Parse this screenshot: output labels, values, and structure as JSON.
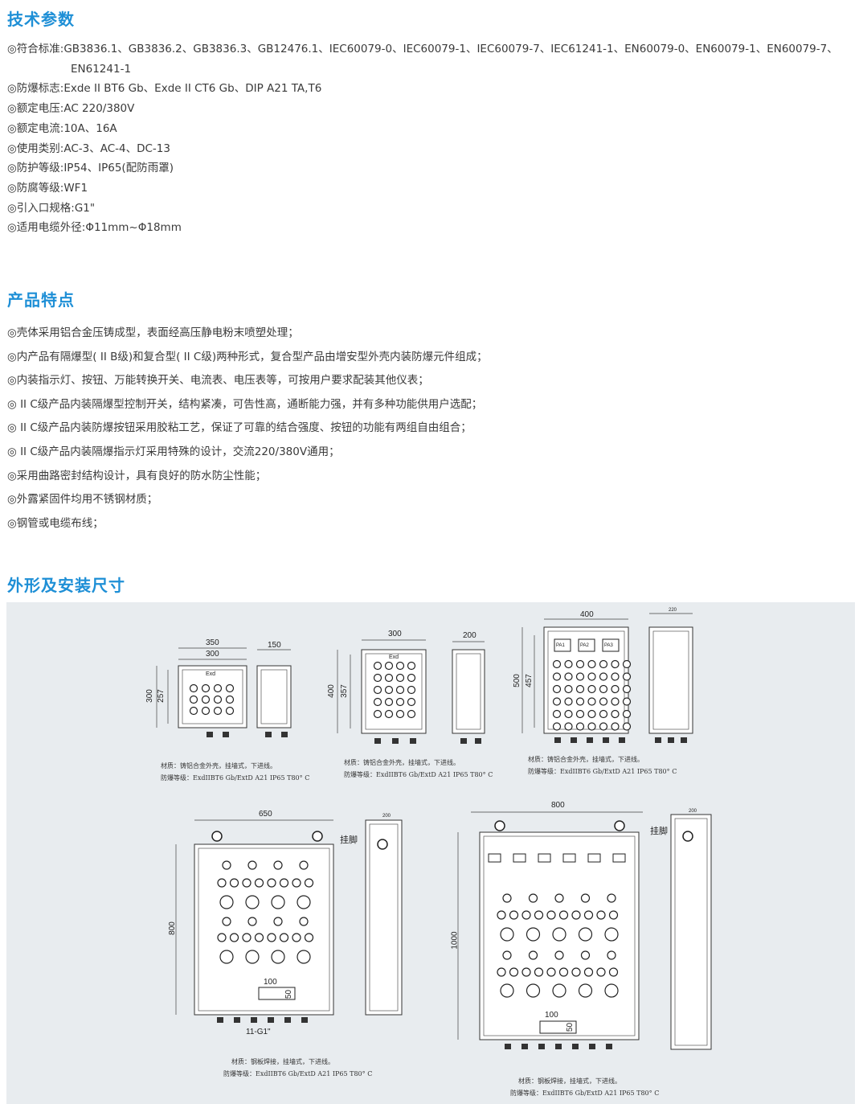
{
  "sections": {
    "tech": {
      "title": "技术参数",
      "lines": [
        "◎符合标准:GB3836.1、GB3836.2、GB3836.3、GB12476.1、IEC60079-0、IEC60079-1、IEC60079-7、IEC61241-1、EN60079-0、EN60079-1、EN60079-7、",
        "EN61241-1",
        "◎防爆标志:Exde II BT6 Gb、Exde II CT6 Gb、DIP A21 TA,T6",
        "◎额定电压:AC 220/380V",
        "◎额定电流:10A、16A",
        "◎使用类别:AC-3、AC-4、DC-13",
        "◎防护等级:IP54、IP65(配防雨罩)",
        "◎防腐等级:WF1",
        "◎引入口规格:G1\"",
        "◎适用电缆外径:Φ11mm~Φ18mm"
      ]
    },
    "features": {
      "title": "产品特点",
      "lines": [
        "◎壳体采用铝合金压铸成型，表面经高压静电粉末喷塑处理；",
        "◎内产品有隔爆型( II B级)和复合型( II C级)两种形式，复合型产品由增安型外壳内装防爆元件组成；",
        "◎内装指示灯、按钮、万能转换开关、电流表、电压表等，可按用户要求配装其他仪表；",
        "◎ II C级产品内装隔爆型控制开关，结构紧凑，可告性高，通断能力强，并有多种功能供用户选配；",
        "◎ II C级产品内装防爆按钮采用胶粘工艺，保证了可靠的结合强度、按钮的功能有两组自由组合；",
        "◎ II C级产品内装隔爆指示灯采用特殊的设计，交流220/380V通用；",
        "◎采用曲路密封结构设计，具有良好的防水防尘性能；",
        "◎外露紧固件均用不锈钢材质；",
        "◎钢管或电缆布线；"
      ]
    },
    "dimensions": {
      "title": "外形及安装尺寸"
    }
  },
  "drawings": [
    {
      "dims": [
        "350",
        "300",
        "150",
        "300",
        "257"
      ],
      "label": "Exd",
      "caption": [
        "材质：铸铝合金外壳，挂墙式，下进线。",
        "防爆等级：ExdIIBT6 Gb/ExtD A21 IP65 T80° C"
      ]
    },
    {
      "dims": [
        "300",
        "200",
        "400",
        "357"
      ],
      "label": "Exd",
      "caption": [
        "材质：铸铝合金外壳，挂墙式，下进线。",
        "防爆等级：ExdIIBT6 Gb/ExtD A21 IP65 T80° C"
      ]
    },
    {
      "dims": [
        "400",
        "220",
        "500",
        "457"
      ],
      "meters": [
        "PA1",
        "PA2",
        "PA3"
      ],
      "caption": [
        "材质：铸铝合金外壳，挂墙式，下进线。",
        "防爆等级：ExdIIBT6 Gb/ExtD A21 IP65 T80° C"
      ]
    },
    {
      "dims": [
        "650",
        "200",
        "800",
        "100",
        "50"
      ],
      "foot": "挂脚",
      "inlet": "11-G1\"",
      "caption": [
        "材质：钢板焊接，挂墙式，下进线。",
        "防爆等级：ExdIIBT6 Gb/ExtD A21 IP65 T80° C"
      ]
    },
    {
      "dims": [
        "800",
        "200",
        "1000",
        "100",
        "50"
      ],
      "foot": "挂脚",
      "caption": [
        "材质：钢板焊接，挂墙式，下进线。",
        "防爆等级：ExdIIBT6 Gb/ExtD A21 IP65 T80° C"
      ]
    }
  ],
  "colors": {
    "accent": "#1e8fd6",
    "panel": "#e8ecef"
  }
}
